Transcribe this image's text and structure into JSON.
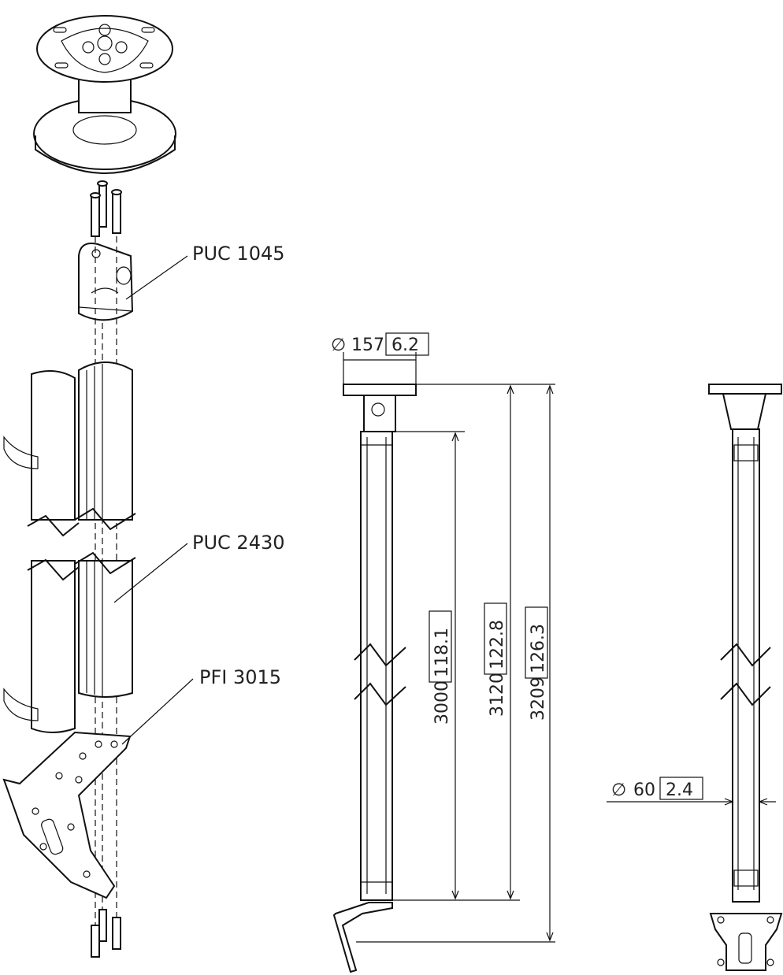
{
  "labels": {
    "top_bracket": "PUC 1045",
    "column": "PUC 2430",
    "faceplate": "PFI 3015"
  },
  "dimensions": {
    "plate_diameter_num": "157",
    "plate_diameter_in": "6.2",
    "column_diameter_num": "60",
    "column_diameter_in": "2.4",
    "height_inner_num": "3000",
    "height_inner_in": "118.1",
    "height_mid_num": "3120",
    "height_mid_in": "122.8",
    "height_total_num": "3209",
    "height_total_in": "126.3"
  },
  "symbols": {
    "diameter": "∅"
  }
}
